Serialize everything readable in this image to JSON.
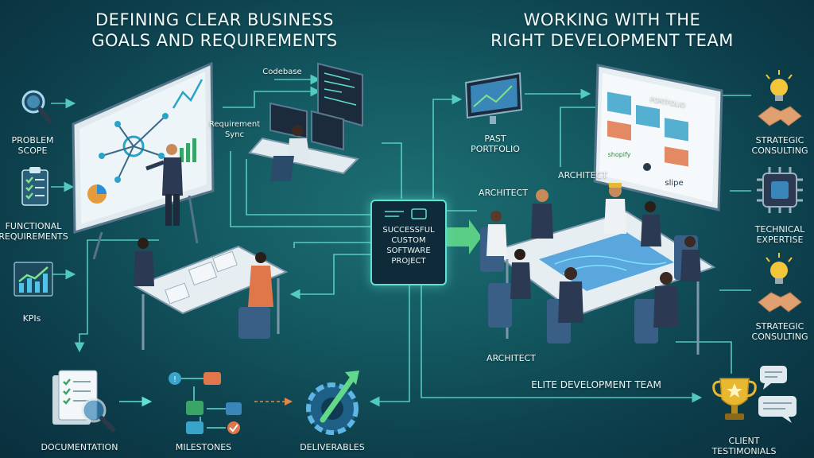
{
  "left_heading": {
    "line1": "DEFINING CLEAR BUSINESS",
    "line2": "GOALS AND REQUIREMENTS"
  },
  "right_heading": {
    "line1": "WORKING WITH THE",
    "line2": "RIGHT DEVELOPMENT TEAM"
  },
  "center": {
    "line1": "SUCCESSFUL",
    "line2": "CUSTOM",
    "line3": "SOFTWARE",
    "line4": "PROJECT"
  },
  "left_items": {
    "problem_scope": [
      "PROBLEM",
      "SCOPE"
    ],
    "functional_requirements": [
      "FUNCTIONAL",
      "REQUIREMENTS"
    ],
    "kpis": "KPIs"
  },
  "workspace_labels": {
    "codebase": "Codebase",
    "requirement_sync": [
      "Requirement",
      "Sync"
    ]
  },
  "bottom_items": {
    "documentation": "DOCUMENTATION",
    "milestones": "MILESTONES",
    "deliverables": "DELIVERABLES"
  },
  "right_labels": {
    "past_portfolio": [
      "PAST",
      "PORTFOLIO"
    ],
    "portfolio_screen": "PORTFOLIO",
    "architect_top_left": "ARCHITECT",
    "architect_top_right": "ARCHITECT",
    "architect_bottom": "ARCHITECT",
    "elite_team": "ELITE DEVELOPMENT TEAM",
    "client_testimonials": [
      "CLIENT",
      "TESTIMONIALS"
    ]
  },
  "portfolio_logos": [
    "shopify",
    "slipe"
  ],
  "right_items": {
    "strategic_consulting_1": [
      "STRATEGIC",
      "CONSULTING"
    ],
    "technical_expertise": [
      "TECHNICAL",
      "EXPERTISE"
    ],
    "strategic_consulting_2": [
      "STRATEGIC",
      "CONSULTING"
    ]
  },
  "colors": {
    "background": "#145a62",
    "accent": "#5fe0d0",
    "arrow_green": "#62d98a",
    "arrow_orange": "#e0884a"
  }
}
